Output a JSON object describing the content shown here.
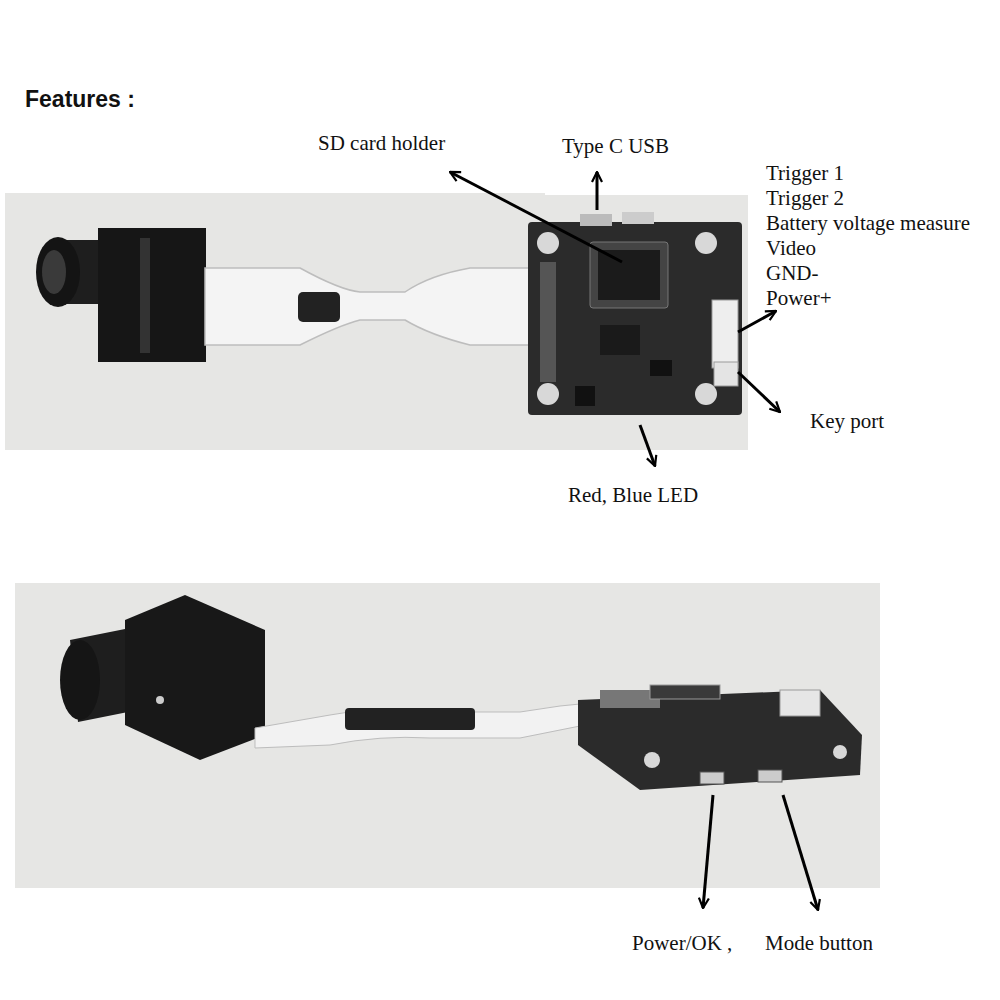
{
  "diagram": {
    "title": "Features :",
    "labels": [
      "SD card holder",
      "Type C USB",
      "Trigger 1",
      "Trigger 2",
      "Battery voltage measure",
      "Video",
      "GND-",
      "Power+",
      "Key port",
      "Red, Blue LED",
      "Power/OK ,",
      "Mode button"
    ]
  }
}
